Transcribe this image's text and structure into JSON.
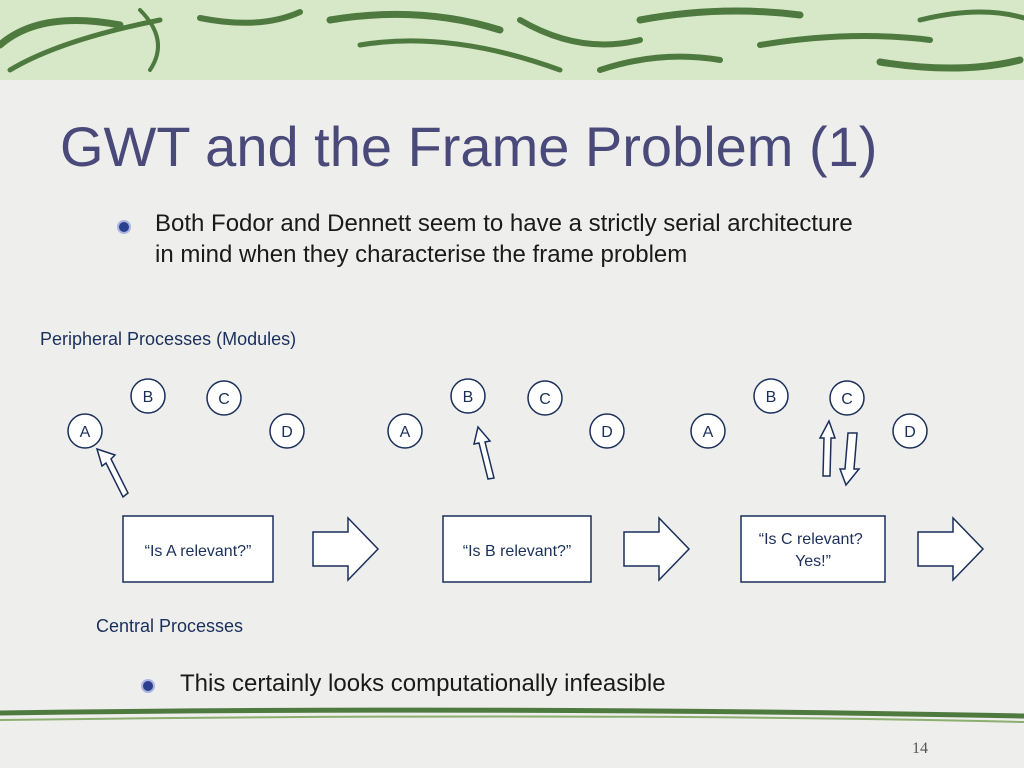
{
  "title": "GWT and the Frame Problem (1)",
  "bullets": [
    "Both Fodor and Dennett seem to have a strictly serial architecture in mind when they characterise the frame problem",
    "This certainly looks computationally infeasible"
  ],
  "peripheral_label": "Peripheral Processes (Modules)",
  "central_label": "Central Processes",
  "module_labels": [
    "A",
    "B",
    "C",
    "D"
  ],
  "queries": [
    {
      "text": "“Is A relevant?”"
    },
    {
      "text": "“Is B relevant?”"
    },
    {
      "text": "“Is C relevant? Yes!”"
    }
  ],
  "page_number": "14",
  "colors": {
    "title": "#4a4a7a",
    "bullet": "#2b3f8f",
    "label": "#1a2f5a",
    "decor": "#4f7a3f",
    "header_bg": "#cfe3bf"
  }
}
